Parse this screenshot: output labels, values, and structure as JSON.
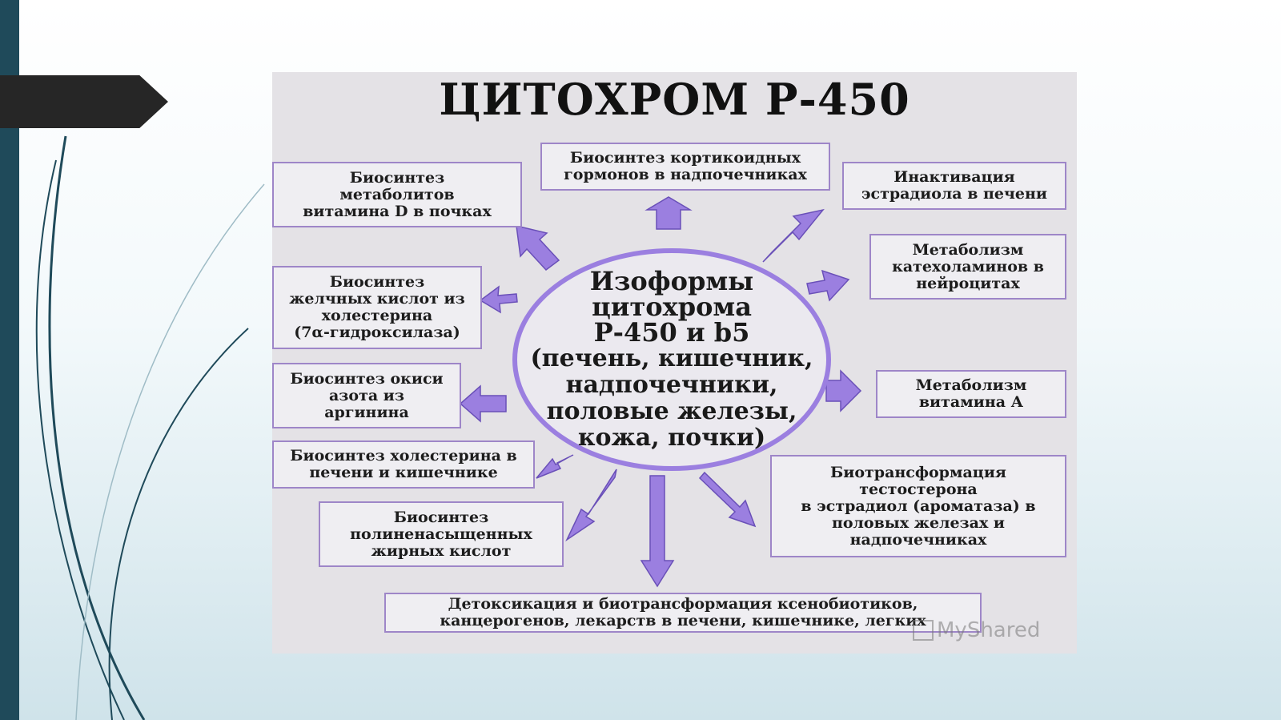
{
  "title": "ЦИТОХРОМ Р-450",
  "center_lines": [
    "Изоформы",
    "цитохрома",
    "Р-450 и b5",
    "(печень, кишечник,",
    "надпочечники,",
    "половые железы,",
    "кожа, почки)"
  ],
  "boxes": {
    "corticoid": [
      "Биосинтез кортикоидных",
      "гормонов в надпочечниках"
    ],
    "vitd": [
      "Биосинтез",
      "метаболитов",
      "витамина D в почках"
    ],
    "estradiol": [
      "Инактивация",
      "эстрадиола в печени"
    ],
    "catechol": [
      "Метаболизм",
      "катехоламинов в",
      "нейроцитах"
    ],
    "bile": [
      "Биосинтез",
      "желчных кислот из",
      "холестерина",
      "(7α-гидроксилаза)"
    ],
    "nitric": [
      "Биосинтез окиси",
      "азота из",
      "аргинина"
    ],
    "vita": [
      "Метаболизм",
      "витамина А"
    ],
    "cholesterol": [
      "Биосинтез холестерина в",
      "печени и кишечнике"
    ],
    "testosterone": [
      "Биотрансформация",
      "тестостерона",
      "в эстрадиол (ароматаза) в",
      "половых железах и",
      "надпочечниках"
    ],
    "pufa": [
      "Биосинтез",
      "полиненасыщенных",
      "жирных кислот"
    ],
    "detox": [
      "Детоксикация и биотрансформация ксенобиотиков,",
      "канцерогенов, лекарств в печени, кишечнике, легких"
    ]
  },
  "watermark": "MyShared",
  "colors": {
    "arrow": "#9b7fe0",
    "arrow_stroke": "#6a50b8",
    "box_border": "#9e86c8",
    "sidebar": "#1f4a5a"
  }
}
